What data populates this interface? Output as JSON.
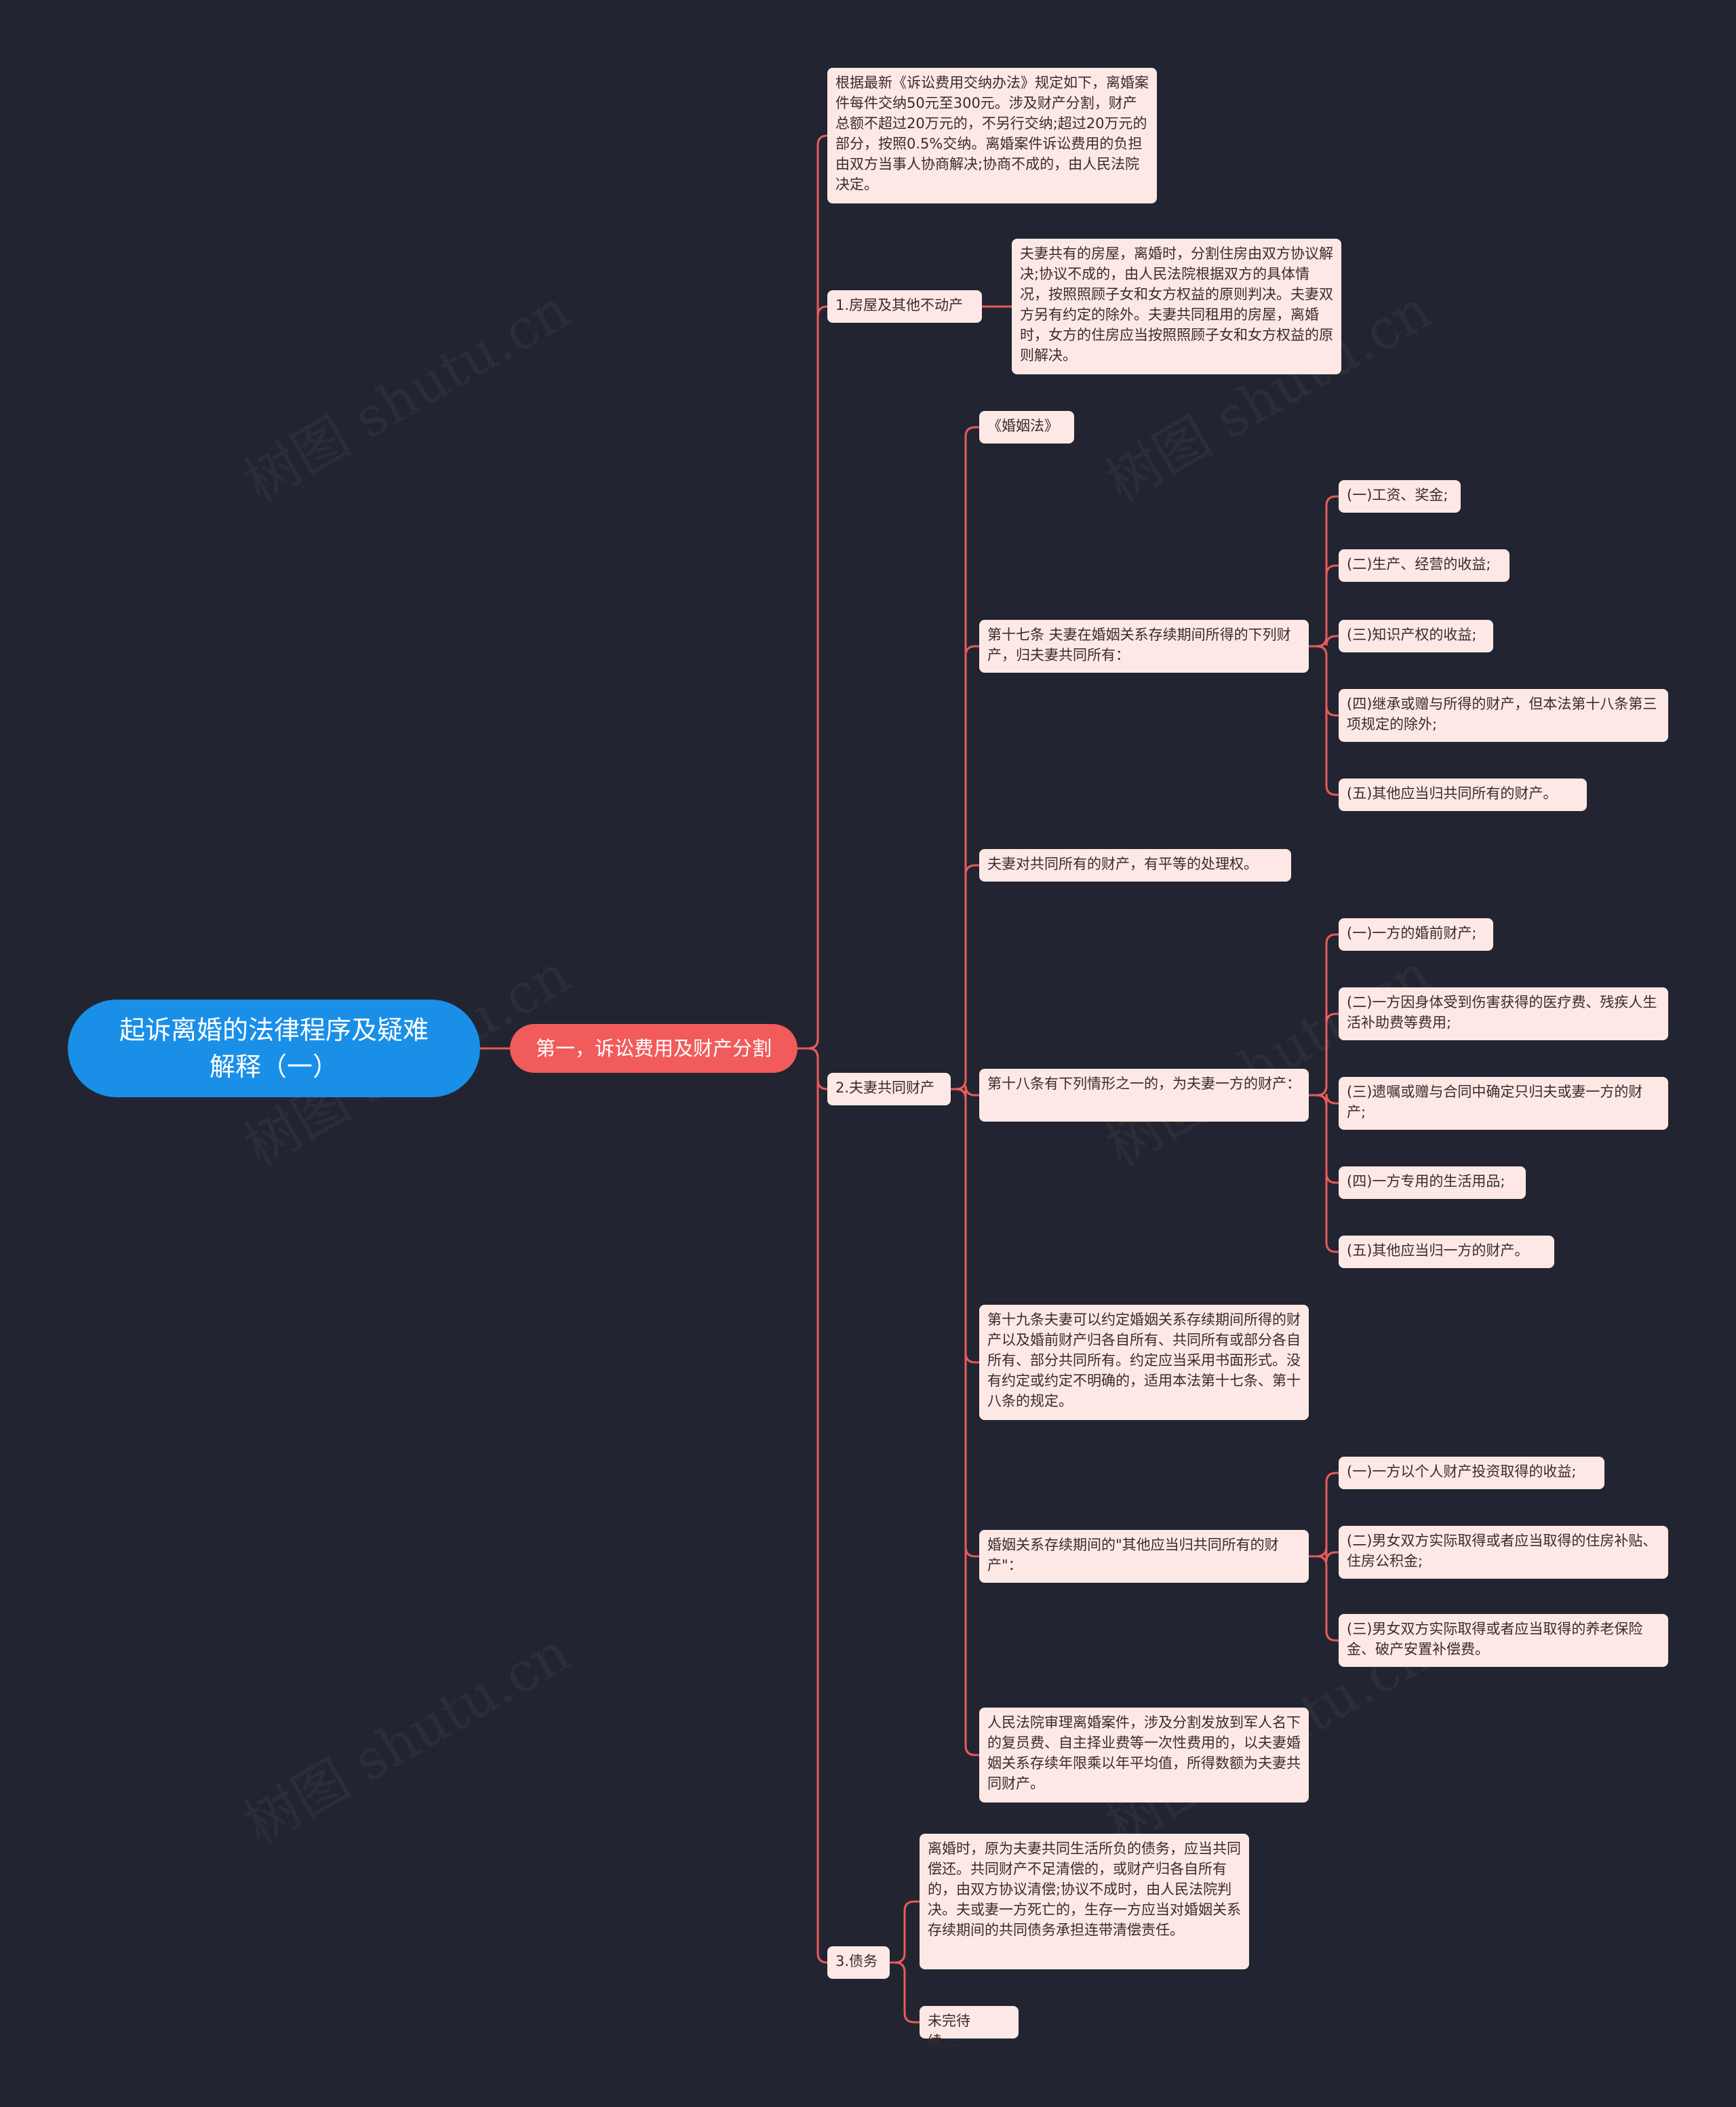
{
  "colors": {
    "background": "#222531",
    "root": "#1a8fe8",
    "main": "#f25b5b",
    "node": "#fde8e6",
    "link": "#e85b5b"
  },
  "watermark": "树图 shutu.cn",
  "root": {
    "text": "起诉离婚的法律程序及疑难解释（一）"
  },
  "main": {
    "text": "第一，诉讼费用及财产分割"
  },
  "nodes": {
    "fee": "根据最新《诉讼费用交纳办法》规定如下，离婚案件每件交纳50元至300元。涉及财产分割，财产总额不超过20万元的，不另行交纳;超过20万元的部分，按照0.5%交纳。离婚案件诉讼费用的负担由双方当事人协商解决;协商不成的，由人民法院决定。",
    "house": "1.房屋及其他不动产",
    "house_text": "夫妻共有的房屋，离婚时，分割住房由双方协议解决;协议不成的，由人民法院根据双方的具体情况，按照照顾子女和女方权益的原则判决。夫妻双方另有约定的除外。夫妻共同租用的房屋，离婚时，女方的住房应当按照照顾子女和女方权益的原则解决。",
    "common": "2.夫妻共同财产",
    "law": "《婚姻法》",
    "art17": "第十七条 夫妻在婚姻关系存续期间所得的下列财产，归夫妻共同所有：",
    "art17_1": "(一)工资、奖金;",
    "art17_2": "(二)生产、经营的收益;",
    "art17_3": "(三)知识产权的收益;",
    "art17_4": "(四)继承或赠与所得的财产，但本法第十八条第三项规定的除外;",
    "art17_5": "(五)其他应当归共同所有的财产。",
    "equal": "夫妻对共同所有的财产，有平等的处理权。",
    "art18": "第十八条有下列情形之一的，为夫妻一方的财产：",
    "art18_1": "(一)一方的婚前财产;",
    "art18_2": "(二)一方因身体受到伤害获得的医疗费、残疾人生活补助费等费用;",
    "art18_3": "(三)遗嘱或赠与合同中确定只归夫或妻一方的财产;",
    "art18_4": "(四)一方专用的生活用品;",
    "art18_5": "(五)其他应当归一方的财产。",
    "art19": "第十九条夫妻可以约定婚姻关系存续期间所得的财产以及婚前财产归各自所有、共同所有或部分各自所有、部分共同所有。约定应当采用书面形式。没有约定或约定不明确的，适用本法第十七条、第十八条的规定。",
    "other": "婚姻关系存续期间的\"其他应当归共同所有的财产\"：",
    "other_1": "(一)一方以个人财产投资取得的收益;",
    "other_2": "(二)男女双方实际取得或者应当取得的住房补贴、住房公积金;",
    "other_3": "(三)男女双方实际取得或者应当取得的养老保险金、破产安置补偿费。",
    "military": "人民法院审理离婚案件，涉及分割发放到军人名下的复员费、自主择业费等一次性费用的，以夫妻婚姻关系存续年限乘以年平均值，所得数额为夫妻共同财产。",
    "debt": "3.债务",
    "debt_text": "离婚时，原为夫妻共同生活所负的债务，应当共同偿还。共同财产不足清偿的，或财产归各自所有的，由双方协议清偿;协议不成时，由人民法院判决。夫或妻一方死亡的，生存一方应当对婚姻关系存续期间的共同债务承担连带清偿责任。",
    "tbc": "未完待续……"
  }
}
